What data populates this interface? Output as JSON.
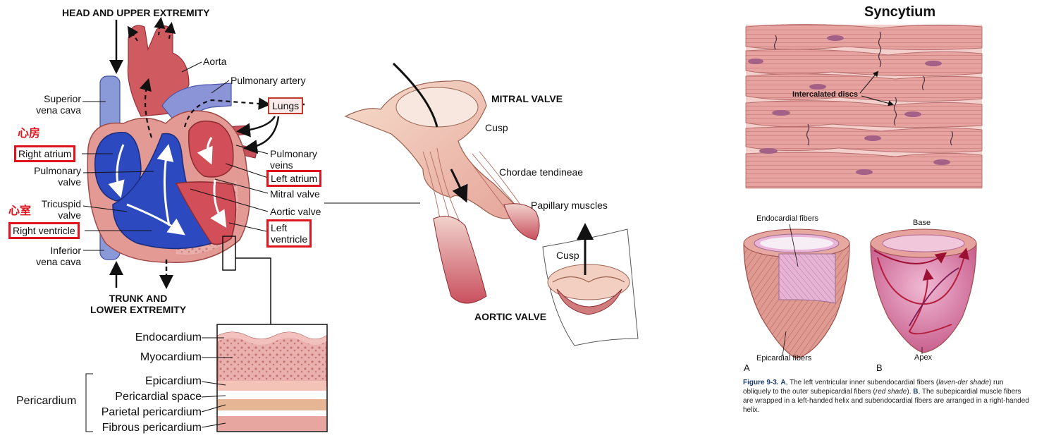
{
  "heart": {
    "head_upper": "HEAD AND UPPER EXTREMITY",
    "aorta": "Aorta",
    "pulmonary_artery": "Pulmonary artery",
    "superior_vena_cava": "Superior\nvena cava",
    "lungs": "Lungs",
    "atrium_cn": "心房",
    "right_atrium": "Right atrium",
    "pulmonary_valve": "Pulmonary\nvalve",
    "pulmonary_veins": "Pulmonary\nveins",
    "left_atrium": "Left atrium",
    "mitral_valve": "Mitral valve",
    "tricuspid_valve": "Tricuspid\nvalve",
    "ventricle_cn": "心室",
    "right_ventricle": "Right ventricle",
    "aortic_valve": "Aortic valve",
    "left_ventricle": "Left\nventricle",
    "inferior_vena_cava": "Inferior\nvena cava",
    "trunk_lower": "TRUNK AND\nLOWER EXTREMITY"
  },
  "wall": {
    "endocardium": "Endocardium",
    "myocardium": "Myocardium",
    "epicardium": "Epicardium",
    "pericardial_space": "Pericardial space",
    "pericardium": "Pericardium",
    "parietal_pericardium": "Parietal pericardium",
    "fibrous_pericardium": "Fibrous pericardium"
  },
  "valves": {
    "mitral_valve": "MITRAL VALVE",
    "cusp": "Cusp",
    "chordae": "Chordae tendineae",
    "papillary": "Papillary muscles",
    "cusp2": "Cusp",
    "aortic_valve": "AORTIC VALVE"
  },
  "syncytium": {
    "title": "Syncytium",
    "intercalated": "Intercalated discs"
  },
  "fibers": {
    "endocardial": "Endocardial fibers",
    "base": "Base",
    "epicardial": "Epicardial fibers",
    "apex": "Apex",
    "label_a": "A",
    "label_b": "B"
  },
  "caption": {
    "fig": "Figure 9-3.",
    "a": "A",
    "text1": ", The left ventricular inner subendocardial fibers (",
    "lav": "laven-der shade",
    "text2": ") run obliquely to the outer subepicardial fibers (",
    "red": "red shade",
    "text3": ").",
    "b": "B",
    "text4": ", The subepicardial muscle fibers are wrapped in a left-handed helix and subendocardial fibers are arranged in a right-handed helix."
  },
  "colors": {
    "accent_red": "#e0141e",
    "venous_blue": "#3a5fc8",
    "arterial_red": "#c8505a",
    "muscle_pink": "#e7a8a4"
  }
}
